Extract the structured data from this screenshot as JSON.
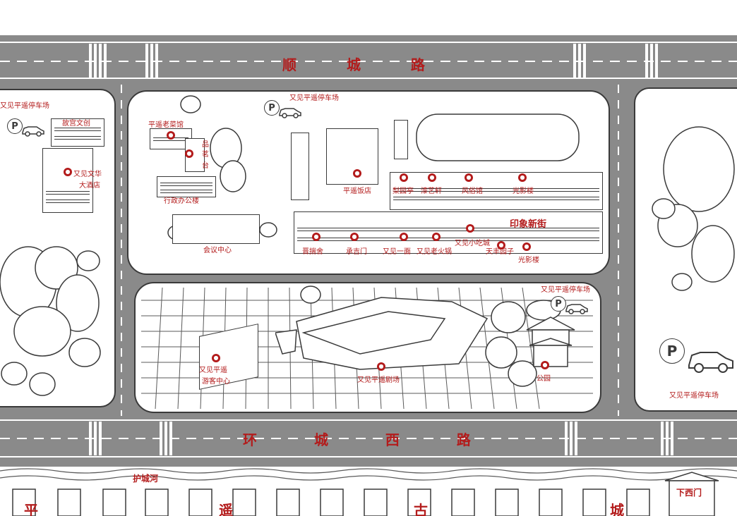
{
  "map": {
    "roads": {
      "north": "顺 城 路",
      "south": "环 城 西 路"
    },
    "river": "护城河",
    "city_wall": [
      "平",
      "遥",
      "古",
      "城"
    ],
    "gate": "下西门",
    "parking": {
      "p1": "又见平遥停车场",
      "p2": "又见平遥停车场",
      "p3": "又见平遥停车场",
      "p4": "又见平遥停车场",
      "sign": "P"
    },
    "places": {
      "gugong_wenchuang": "故宫文创",
      "youjian_wenhua_hotel_1": "又见文华",
      "youjian_wenhua_hotel_2": "大酒店",
      "laocaiguan": "平遥老菜馆",
      "pinming_1": "品",
      "pinming_2": "茗",
      "pinming_3": "台",
      "xingzheng": "行政办公楼",
      "huiyi": "会议中心",
      "fandian": "平遥饭店",
      "liyuan": "梨园亭",
      "yiyixuan": "漆艺轩",
      "fengsuguan": "风俗馆",
      "guangying_1": "光影楼",
      "yinxiang": "印象新街",
      "jingshe": "晋揣舍",
      "chengjimen": "承吉门",
      "yimian": "又见一面",
      "laohuoguo": "又见老火锅",
      "xiaochi": "又见小吃城",
      "tianfeng": "天丰园子",
      "guangying_2": "光影楼",
      "service_1": "又见平遥",
      "service_2": "游客中心",
      "theater": "又见平遥剧场",
      "park": "公园"
    }
  },
  "colors": {
    "road": "#8a8a8a",
    "accent": "#b31b1b",
    "line": "#3a3a3a"
  }
}
